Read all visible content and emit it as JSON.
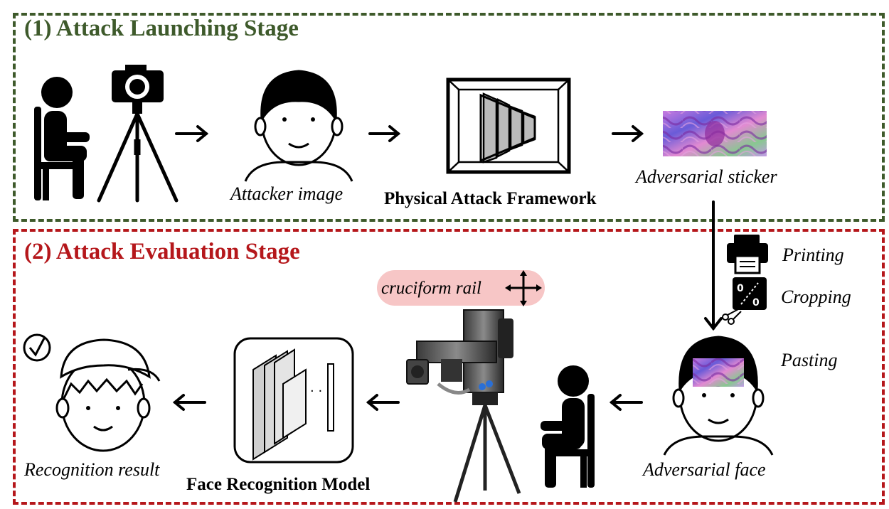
{
  "stage1": {
    "title": "(1) Attack Launching Stage",
    "attacker_image_caption": "Attacker image",
    "framework_caption": "Physical Attack Framework",
    "sticker_caption": "Adversarial sticker"
  },
  "stage2": {
    "title": "(2) Attack Evaluation Stage",
    "rail_label": "cruciform rail",
    "recognition_result_caption": "Recognition result",
    "model_caption": "Face Recognition Model",
    "adversarial_face_caption": "Adversarial face"
  },
  "process_steps": [
    "Printing",
    "Cropping",
    "Pasting"
  ],
  "colors": {
    "stage1_border": "#3e5a2b",
    "stage2_border": "#b5171b",
    "rail_highlight": "#f7c6c6"
  },
  "icons": [
    "seated-person-icon",
    "camera-tripod-icon",
    "face-icon",
    "framework-icon",
    "adversarial-sticker-image",
    "printer-icon",
    "cropping-icon",
    "check-circle-icon",
    "neural-network-icon",
    "rail-camera-rig-icon",
    "move-arrows-icon"
  ]
}
